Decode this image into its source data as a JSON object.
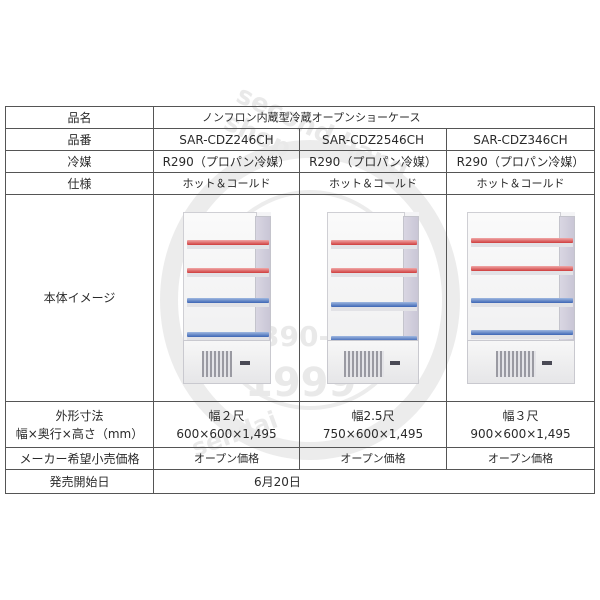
{
  "table": {
    "rows": {
      "product_name": {
        "label": "品名",
        "value": "ノンフロン内蔵型冷蔵オープンショーケース"
      },
      "model_number": {
        "label": "品番",
        "values": [
          "SAR-CDZ246CH",
          "SAR-CDZ2546CH",
          "SAR-CDZ346CH"
        ]
      },
      "refrigerant": {
        "label": "冷媒",
        "values": [
          "R290（プロパン冷媒）",
          "R290（プロパン冷媒）",
          "R290（プロパン冷媒）"
        ]
      },
      "spec": {
        "label": "仕様",
        "values": [
          "ホット＆コールド",
          "ホット＆コールド",
          "ホット＆コールド"
        ]
      },
      "image": {
        "label": "本体イメージ",
        "images": [
          {
            "alt": "SAR-CDZ246CH showcase",
            "shelf_colors": [
              "red",
              "red",
              "blue",
              "blue"
            ]
          },
          {
            "alt": "SAR-CDZ2546CH showcase",
            "shelf_colors": [
              "red",
              "red",
              "blue",
              "blue"
            ]
          },
          {
            "alt": "SAR-CDZ346CH showcase",
            "shelf_colors": [
              "red",
              "red",
              "blue",
              "blue"
            ]
          }
        ]
      },
      "dimensions": {
        "label_line1": "外形寸法",
        "label_line2": "幅×奥行×高さ（mm）",
        "values": [
          {
            "width_label": "幅２尺",
            "size": "600×600×1,495"
          },
          {
            "width_label": "幅2.5尺",
            "size": "750×600×1,495"
          },
          {
            "width_label": "幅３尺",
            "size": "900×600×1,495"
          }
        ]
      },
      "price": {
        "label": "メーカー希望小売価格",
        "values": [
          "オープン価格",
          "オープン価格",
          "オープン価格"
        ]
      },
      "release_date": {
        "label": "発売開始日",
        "value": "6月20日"
      }
    }
  },
  "watermark": {
    "top_text": "second hand shop",
    "phone": "022-390-",
    "year": "1999",
    "bottom_text": "sendai"
  },
  "colors": {
    "border": "#555555",
    "shelf_red": "#cf3d3d",
    "shelf_blue": "#3d66b5",
    "watermark": "#9a9a9a"
  }
}
